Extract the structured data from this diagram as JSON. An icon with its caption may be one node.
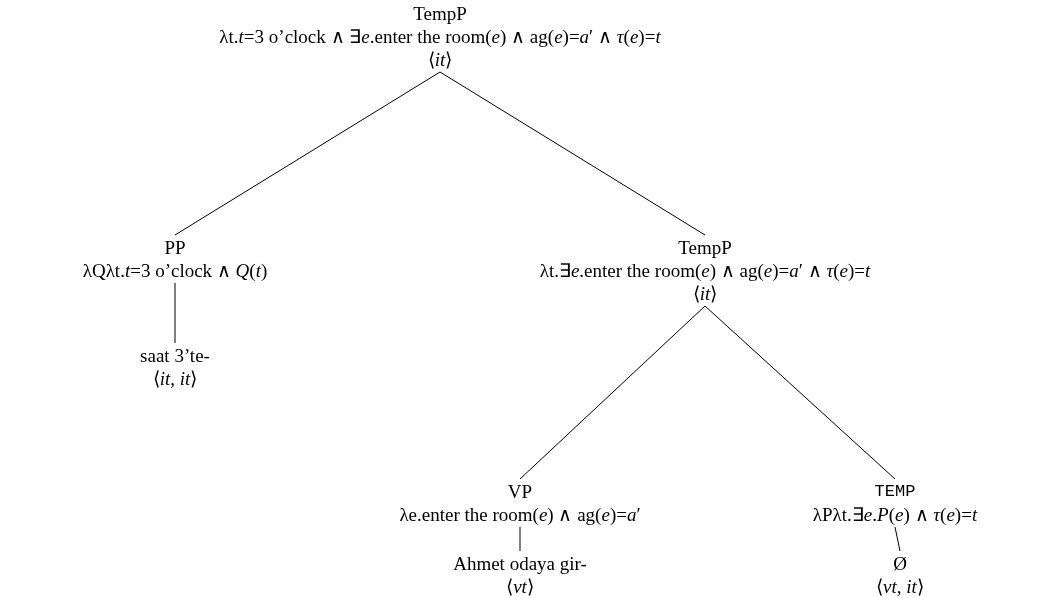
{
  "diagram": {
    "nodes": [
      {
        "text": [
          "TempP",
          "λt.*t*=3 o’clock ∧ ∃*e*.enter the room(*e*) ∧ ag(*e*)=*a*′ ∧ *τ*(*e*)=*t*",
          "⟨*it*⟩"
        ]
      },
      {
        "text": [
          "PP",
          "λQλt.*t*=3 o’clock ∧ *Q*(*t*)"
        ]
      },
      {
        "text": [
          "saat 3’te-",
          "⟨*it*, *it*⟩"
        ]
      },
      {
        "text": [
          "TempP",
          "λt.∃*e*.enter the room(*e*) ∧ ag(*e*)=*a*′ ∧ *τ*(*e*)=*t*",
          "⟨*it*⟩"
        ]
      },
      {
        "text": [
          "VP",
          "λe.enter the room(*e*) ∧ ag(*e*)=*a*′"
        ]
      },
      {
        "text": [
          "Ahmet odaya gir-",
          "⟨*vt*⟩"
        ]
      },
      {
        "text": [
          "TEMP",
          "λPλt.∃*e*.*P*(*e*) ∧ *τ*(*e*)=*t*"
        ]
      },
      {
        "text": [
          "Ø",
          "⟨*vt*, *it*⟩"
        ]
      }
    ],
    "edges": [
      {
        "from": 0,
        "to": 1,
        "arrow": "none"
      },
      {
        "from": 0,
        "to": 3,
        "arrow": "none"
      },
      {
        "from": 1,
        "to": 2,
        "arrow": "none"
      },
      {
        "from": 3,
        "to": 4,
        "arrow": "none"
      },
      {
        "from": 3,
        "to": 6,
        "arrow": "none"
      },
      {
        "from": 4,
        "to": 5,
        "arrow": "none"
      },
      {
        "from": 6,
        "to": 7,
        "arrow": "none"
      }
    ]
  }
}
